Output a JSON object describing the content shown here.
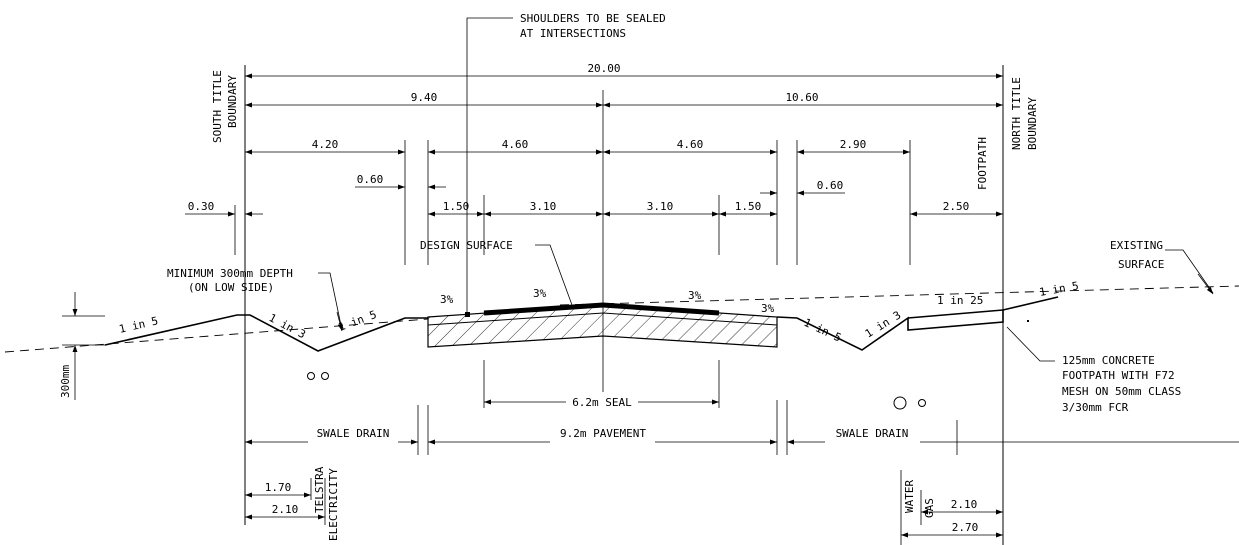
{
  "dims": {
    "total": "20.00",
    "south_half": "9.40",
    "north_half": "10.60",
    "south_verge": "4.20",
    "pavement_left": "4.60",
    "pavement_right": "4.60",
    "north_verge": "2.90",
    "south_offset": "0.60",
    "north_offset": "0.60",
    "boundary_offset": "0.30",
    "shoulder_left": "1.50",
    "lane_left": "3.10",
    "lane_right": "3.10",
    "shoulder_right": "1.50",
    "footpath_width": "2.50",
    "telstra_offset": "1.70",
    "electricity_offset": "2.10",
    "gas_offset": "2.10",
    "water_offset": "2.70",
    "depth": "300mm"
  },
  "labels": {
    "shoulders_line1": "SHOULDERS TO BE SEALED",
    "shoulders_line2": "AT INTERSECTIONS",
    "south_boundary_line1": "SOUTH TITLE",
    "south_boundary_line2": "BOUNDARY",
    "north_boundary_line1": "NORTH TITLE",
    "north_boundary_line2": "BOUNDARY",
    "footpath": "FOOTPATH",
    "design_surface": "DESIGN SURFACE",
    "existing_line1": "EXISTING",
    "existing_line2": "SURFACE",
    "min_depth_line1": "MINIMUM 300mm DEPTH",
    "min_depth_line2": "(ON LOW SIDE)",
    "concrete_line1": "125mm CONCRETE",
    "concrete_line2": "FOOTPATH WITH F72",
    "concrete_line3": "MESH ON 50mm CLASS",
    "concrete_line4": "3/30mm FCR",
    "seal": "6.2m SEAL",
    "pavement": "9.2m PAVEMENT",
    "swale_left": "SWALE DRAIN",
    "swale_right": "SWALE DRAIN",
    "telstra": "TELSTRA",
    "electricity": "ELECTRICITY",
    "water": "WATER",
    "gas": "GAS"
  },
  "slopes": {
    "batter_south": "1 in 5",
    "swale_south_inner": "1 in 3",
    "swale_south_outer": "1 in 5",
    "crossfall_shoulder_left": "3%",
    "crossfall_lane_left": "3%",
    "crossfall_lane_right": "3%",
    "crossfall_shoulder_right": "3%",
    "swale_north_inner": "1 in 5",
    "swale_north_outer": "1 in 3",
    "existing_grade": "1 in 25",
    "batter_north": "1 in 5"
  }
}
